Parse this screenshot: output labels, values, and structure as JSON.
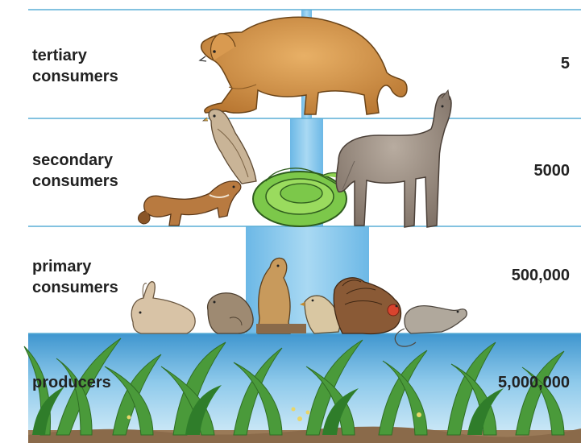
{
  "levels": [
    {
      "id": "tertiary",
      "label": "tertiary\nconsumers",
      "count": "5"
    },
    {
      "id": "secondary",
      "label": "secondary\nconsumers",
      "count": "5000"
    },
    {
      "id": "primary",
      "label": "primary\nconsumers",
      "count": "500,000"
    },
    {
      "id": "producers",
      "label": "producers",
      "count": "5,000,000"
    }
  ],
  "colors": {
    "divider_line": "#5aaed6",
    "bar_fill": "#8cc9ec",
    "sky_top": "#3f96cf",
    "sky_bottom": "#d4ecf8",
    "grass": "#4a9a3a",
    "soil": "#9a7a58"
  },
  "icons": {
    "tertiary": [
      "cougar-icon"
    ],
    "secondary": [
      "hawk-icon",
      "weasel-icon",
      "snake-icon",
      "wolf-icon"
    ],
    "primary": [
      "rabbit-icon",
      "squirrel-icon",
      "prairie-dog-icon",
      "bird-icon",
      "turkey-icon",
      "mouse-icon"
    ],
    "producers": [
      "grass-icon"
    ]
  }
}
